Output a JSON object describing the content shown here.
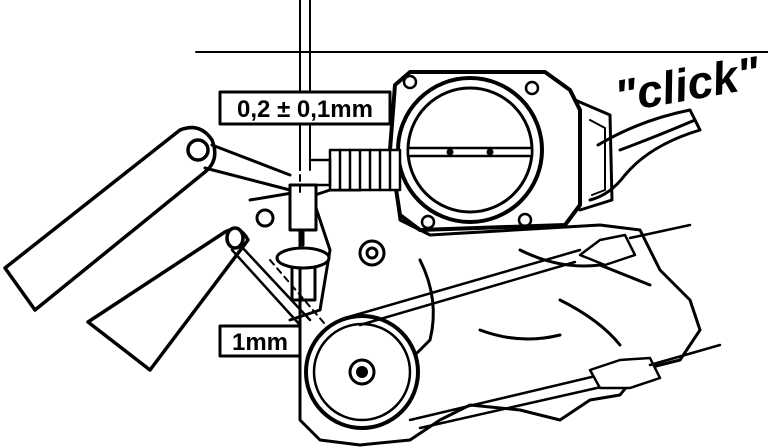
{
  "labels": {
    "clearance_top": "0,2 ± 0,1mm",
    "clearance_bottom": "1mm",
    "sound": "\"click\""
  },
  "colors": {
    "ink": "#000000",
    "paper": "#ffffff"
  }
}
